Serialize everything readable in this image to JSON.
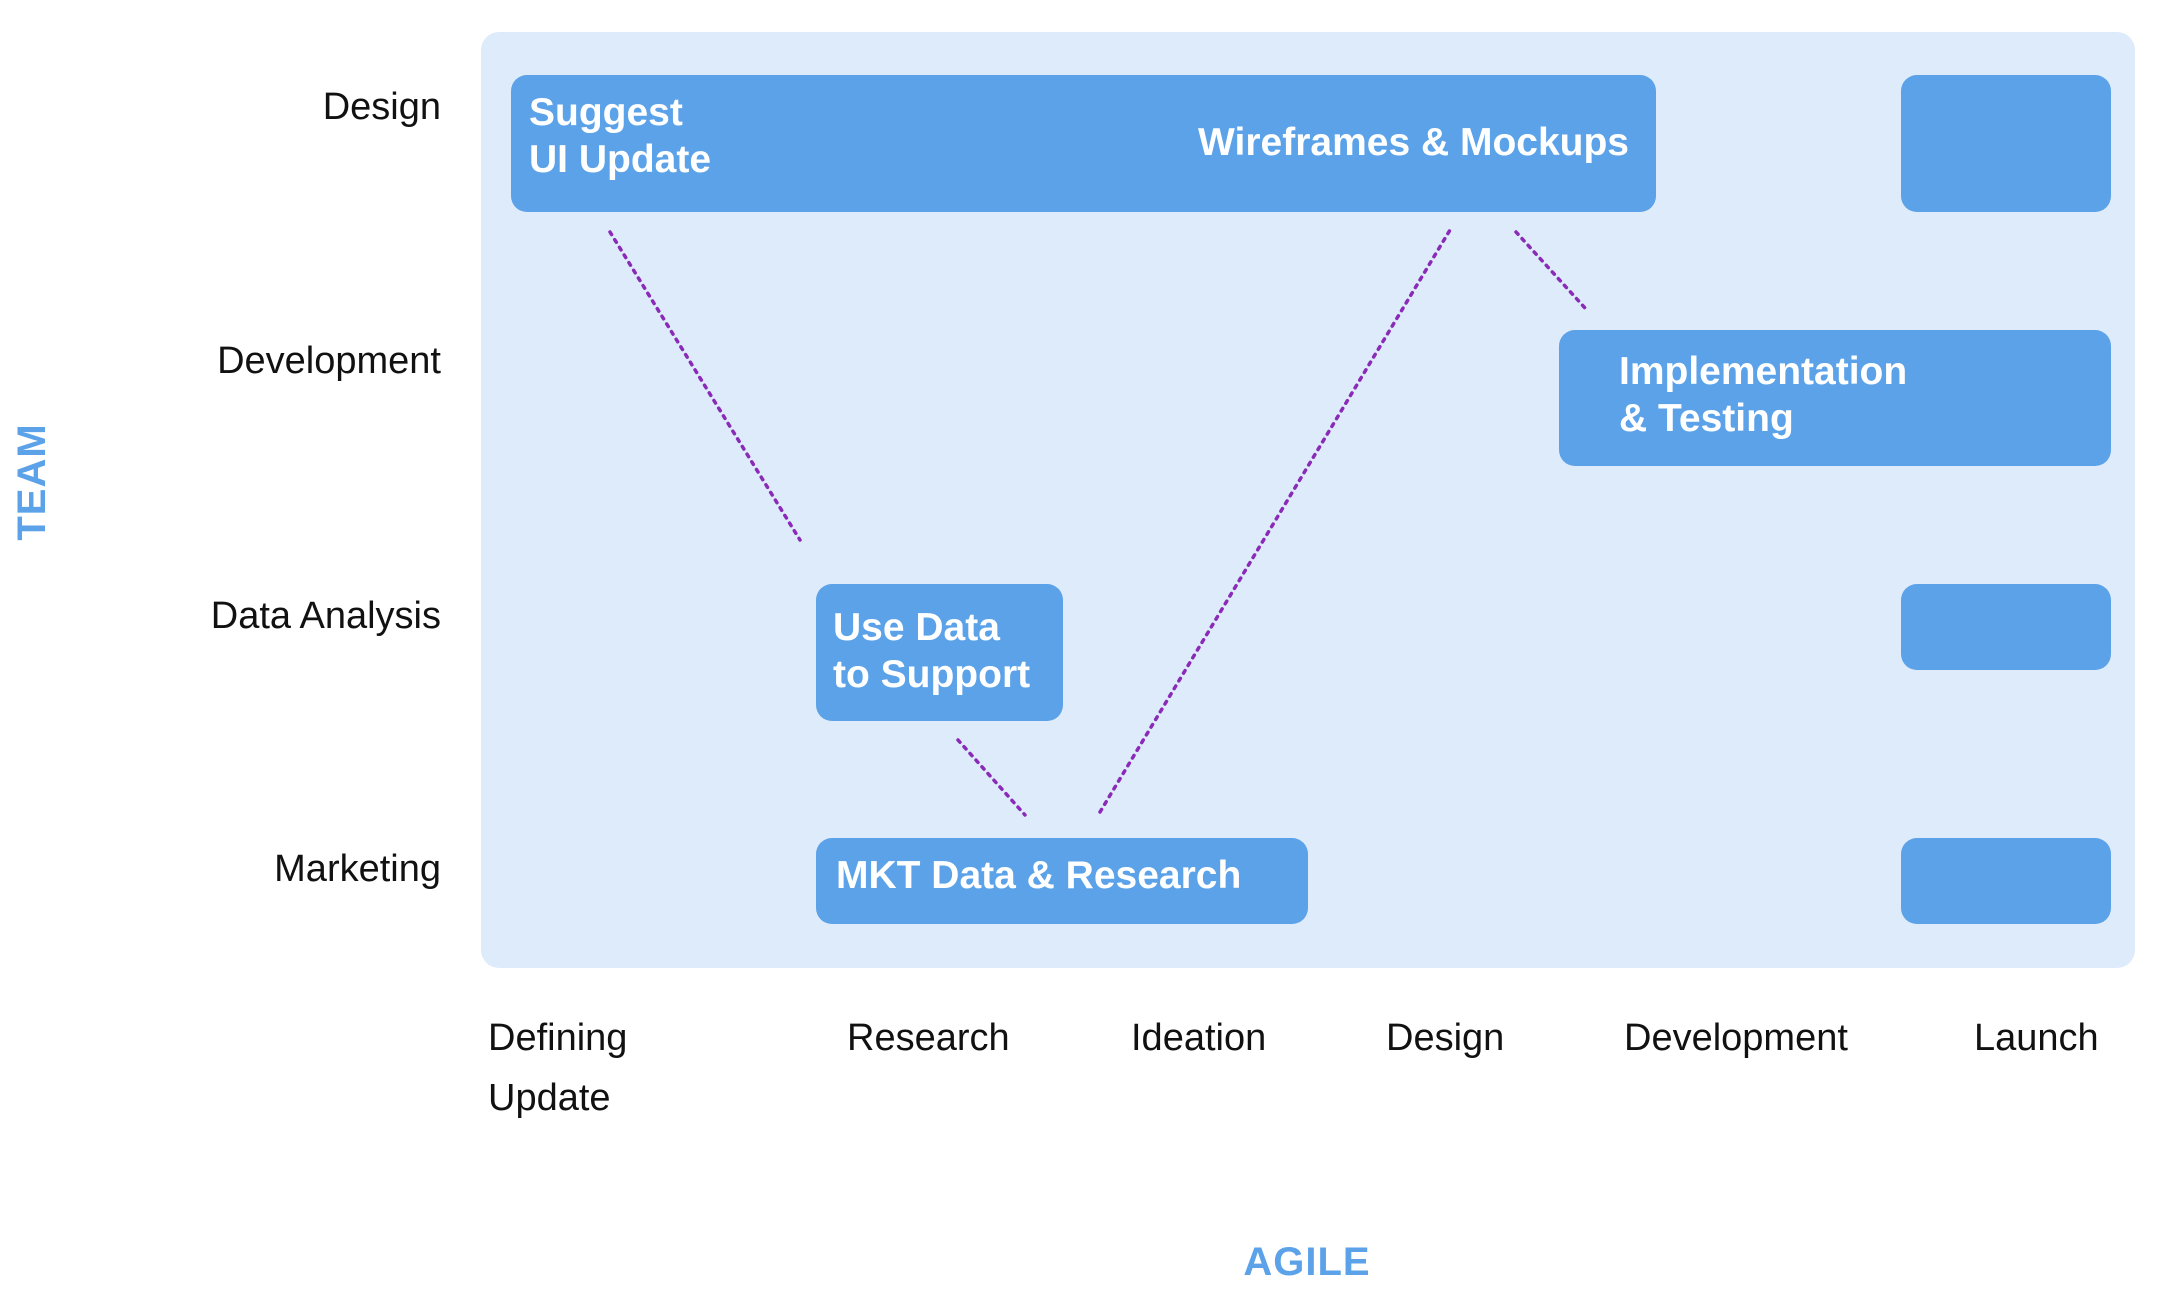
{
  "diagram": {
    "axis_y_title": "TEAM",
    "axis_x_title": "AGILE",
    "rows": [
      "Design",
      "Development",
      "Data Analysis",
      "Marketing"
    ],
    "columns": [
      "Defining\nUpdate",
      "Research",
      "Ideation",
      "Design",
      "Development",
      "Launch"
    ],
    "blocks": {
      "suggest_ui_update": "Suggest\nUI Update",
      "wireframes_mockups": "Wireframes & Mockups",
      "implementation_testing": "Implementation\n& Testing",
      "use_data_support": "Use Data\nto Support",
      "mkt_data_research": "MKT Data & Research"
    },
    "colors": {
      "panel": "#deebfa",
      "block": "#5ba2e8",
      "connector": "#8a2bb8",
      "axis_title": "#5ba2e8"
    }
  }
}
